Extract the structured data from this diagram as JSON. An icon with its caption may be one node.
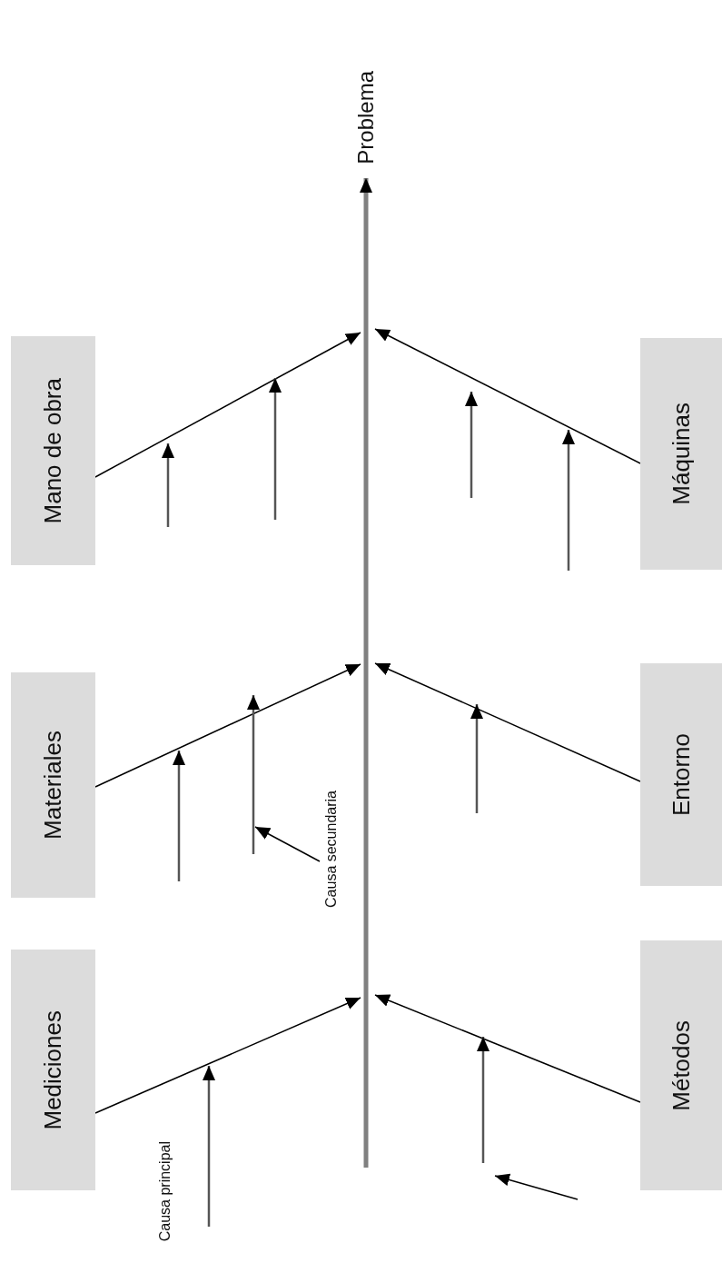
{
  "diagram": {
    "nodes": [
      {
        "text": [
          "Problema"
        ]
      },
      {
        "text": [
          "Mano de obra"
        ]
      },
      {
        "text": [
          "Materiales"
        ]
      },
      {
        "text": [
          "Mediciones"
        ]
      },
      {
        "text": [
          "Máquinas"
        ]
      },
      {
        "text": [
          "Entorno"
        ]
      },
      {
        "text": [
          "Métodos"
        ]
      },
      {
        "text": [
          "Causa secundaria"
        ]
      }
    ],
    "edges": [
      {
        "from": null,
        "to": 0,
        "arrow": "to",
        "style": "thick",
        "color": "#808080"
      },
      {
        "from": 1,
        "to": null,
        "arrow": "to"
      },
      {
        "from": 2,
        "to": null,
        "arrow": "to"
      },
      {
        "from": 3,
        "to": null,
        "arrow": "to"
      },
      {
        "from": 4,
        "to": null,
        "arrow": "to"
      },
      {
        "from": 5,
        "to": null,
        "arrow": "to"
      },
      {
        "from": 6,
        "to": null,
        "arrow": "to"
      },
      {
        "from": 7,
        "to": null,
        "arrow": "to"
      }
    ],
    "labels": [
      "Causa principal"
    ]
  }
}
